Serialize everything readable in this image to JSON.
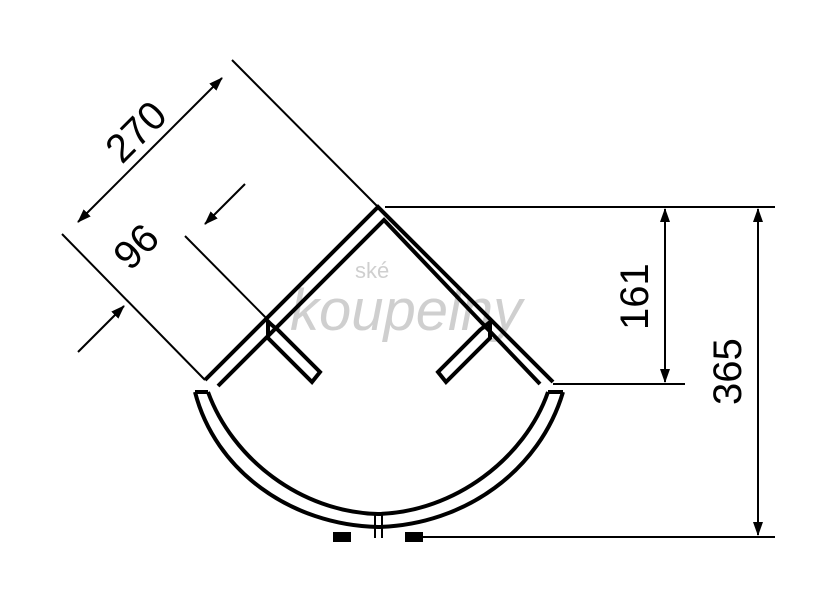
{
  "dimensions": {
    "width_diagonal": "270",
    "depth_diagonal": "96",
    "height_upper": "161",
    "height_total": "365"
  },
  "watermark": {
    "line1": "ské",
    "line2": "koupelny"
  },
  "colors": {
    "stroke": "#000000",
    "watermark": "#cfcfcf",
    "background": "#ffffff"
  }
}
